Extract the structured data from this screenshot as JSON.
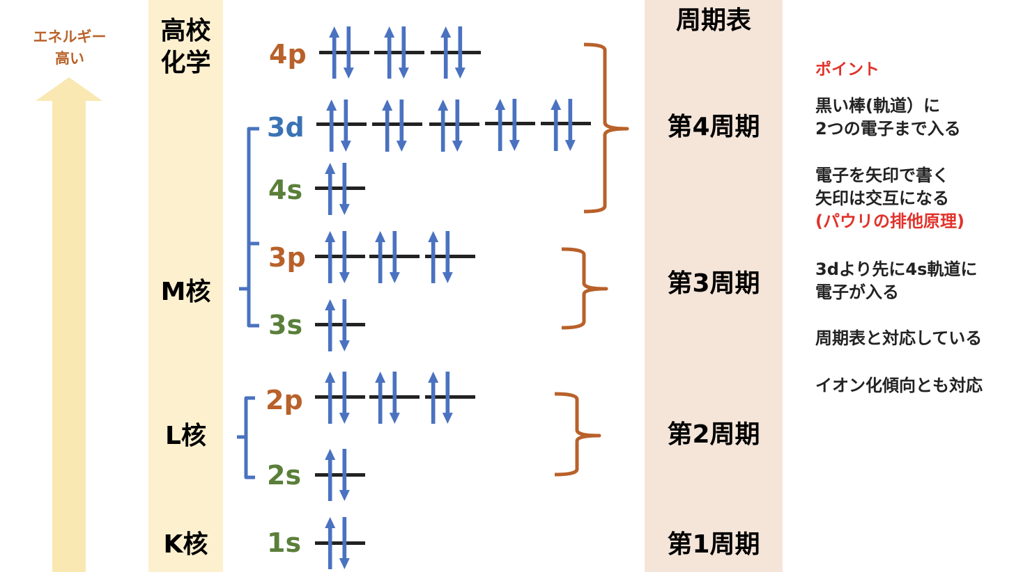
{
  "energy_axis": {
    "line1": "エネルギー",
    "line2": "高い",
    "arrow_color": "#f9e8b2"
  },
  "shell_column": {
    "title_line1": "高校",
    "title_line2": "化学",
    "labels": [
      "M核",
      "L核",
      "K核"
    ],
    "bg_color": "#fcf0cf"
  },
  "orbitals": [
    {
      "name": "4p",
      "boxes": 3,
      "color": "#b8612a"
    },
    {
      "name": "3d",
      "boxes": 5,
      "color": "#3a73b5"
    },
    {
      "name": "4s",
      "boxes": 1,
      "color": "#5a7f3a"
    },
    {
      "name": "3p",
      "boxes": 3,
      "color": "#b8612a"
    },
    {
      "name": "3s",
      "boxes": 1,
      "color": "#5a7f3a"
    },
    {
      "name": "2p",
      "boxes": 3,
      "color": "#b8612a"
    },
    {
      "name": "2s",
      "boxes": 1,
      "color": "#5a7f3a"
    },
    {
      "name": "1s",
      "boxes": 1,
      "color": "#5a7f3a"
    }
  ],
  "period_column": {
    "title": "周期表",
    "labels": [
      "第4周期",
      "第3周期",
      "第2周期",
      "第1周期"
    ],
    "bg_color": "#f5e5d9"
  },
  "points": {
    "heading": "ポイント",
    "items": [
      {
        "lines": [
          "黒い棒(軌道）に",
          "2つの電子まで入る"
        ]
      },
      {
        "lines": [
          "電子を矢印で書く",
          "矢印は交互になる"
        ],
        "highlight": "(パウリの排他原理)"
      },
      {
        "lines": [
          "3dより先に4s軌道に",
          "電子が入る"
        ]
      },
      {
        "lines": [
          "周期表と対応している"
        ]
      },
      {
        "lines": [
          "イオン化傾向とも対応"
        ]
      }
    ]
  },
  "colors": {
    "electron_arrow": "#4a72c0",
    "orbital_bar": "#222222",
    "period_brace": "#b8612a",
    "shell_brace": "#4a72c0",
    "highlight_red": "#e0322a"
  }
}
